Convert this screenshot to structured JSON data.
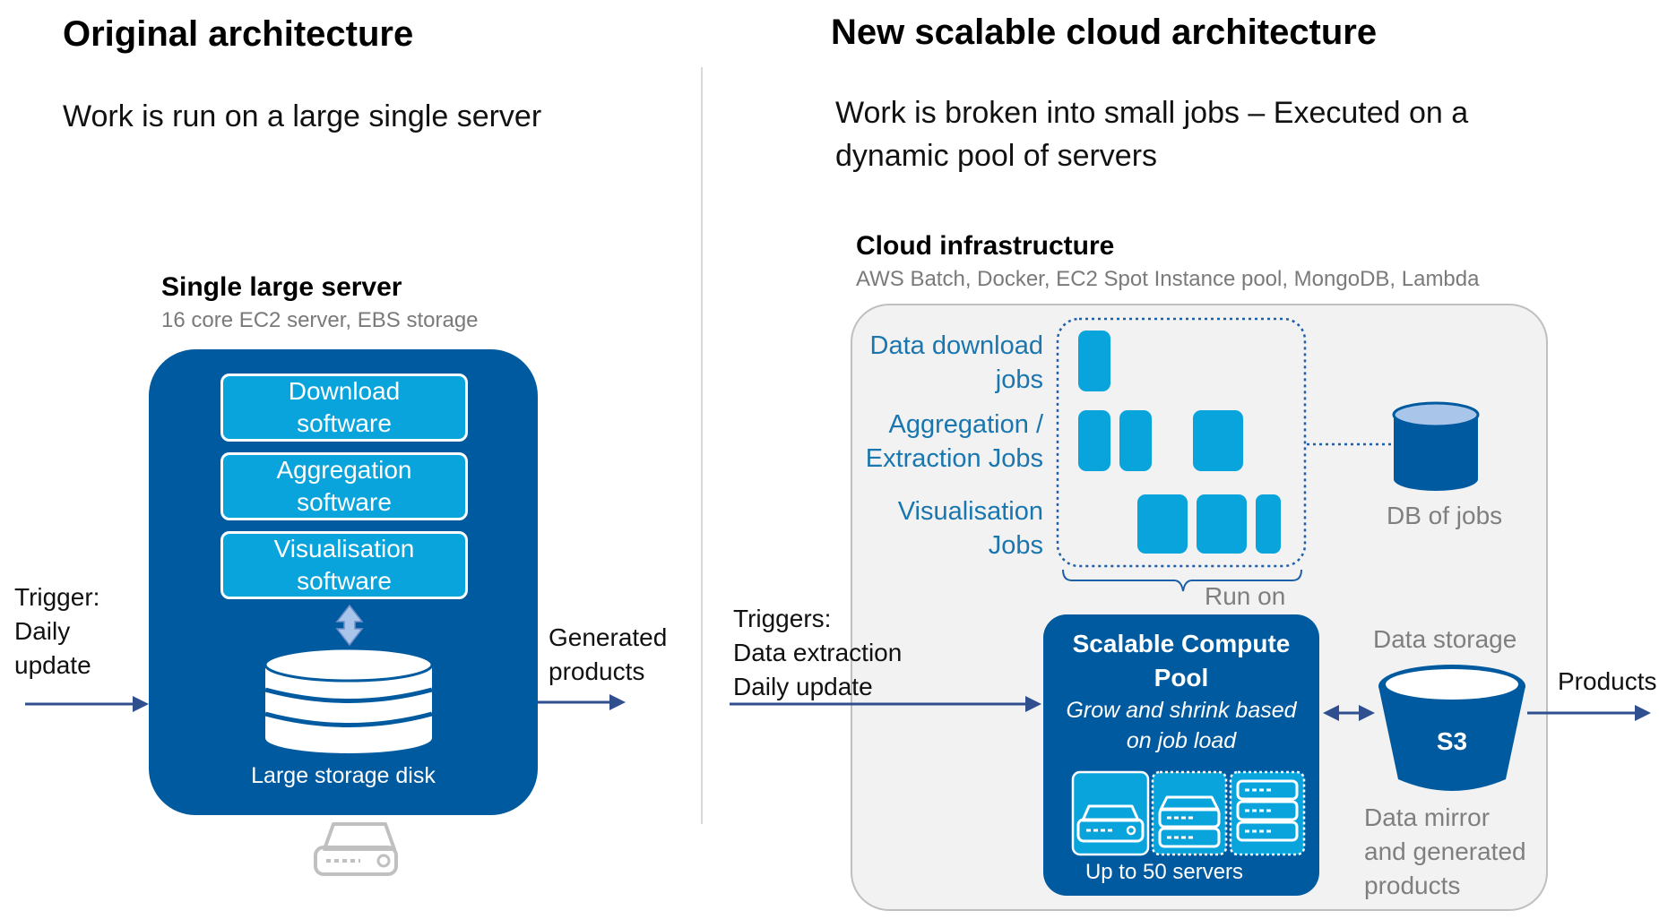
{
  "left": {
    "title": "Original architecture",
    "subtitle": "Work is run on a large single server",
    "server_label": "Single large server",
    "server_sublabel": "16 core EC2 server, EBS storage",
    "software_boxes": [
      {
        "line1": "Download",
        "line2": "software"
      },
      {
        "line1": "Aggregation",
        "line2": "software"
      },
      {
        "line1": "Visualisation",
        "line2": "software"
      }
    ],
    "disk_label": "Large storage disk",
    "trigger": {
      "line1": "Trigger:",
      "line2": "Daily",
      "line3": "update"
    },
    "output": {
      "line1": "Generated",
      "line2": "products"
    }
  },
  "right": {
    "title": "New scalable cloud architecture",
    "subtitle_line1": "Work is broken into small jobs – Executed on a",
    "subtitle_line2": "dynamic pool of servers",
    "cloud_label": "Cloud infrastructure",
    "cloud_sublabel": "AWS Batch, Docker, EC2 Spot Instance pool, MongoDB, Lambda",
    "job_labels": [
      {
        "line1": "Data download",
        "line2": "jobs"
      },
      {
        "line1": "Aggregation /",
        "line2": "Extraction Jobs"
      },
      {
        "line1": "Visualisation",
        "line2": "Jobs"
      }
    ],
    "db_label": "DB of jobs",
    "run_on": "Run on",
    "pool": {
      "title_line1": "Scalable Compute",
      "title_line2": "Pool",
      "desc_line1": "Grow and shrink based",
      "desc_line2": "on job load",
      "servers": "Up to 50 servers"
    },
    "storage_label": "Data storage",
    "storage_name": "S3",
    "storage_desc": {
      "line1": "Data mirror",
      "line2": "and generated",
      "line3": "products"
    },
    "triggers": {
      "line1": "Triggers:",
      "line2": "Data extraction",
      "line3": "Daily update"
    },
    "output": "Products"
  },
  "colors": {
    "dark_blue": "#005aa0",
    "bright_blue": "#0aa4dc",
    "text_blue": "#1a76ae",
    "arrow": "#2f4f8f",
    "panel_grey": "#f2f2f2",
    "panel_border": "#bfbfbf"
  },
  "icons": [
    "server-icon",
    "database-icon",
    "double-arrow-icon",
    "bucket-icon"
  ]
}
